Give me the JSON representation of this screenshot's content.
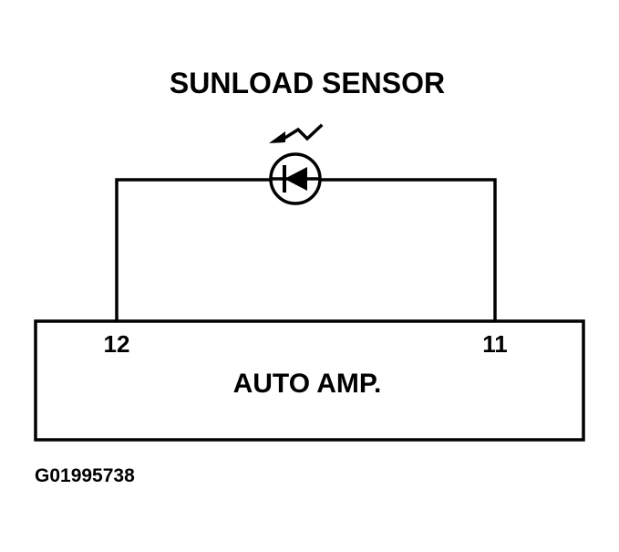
{
  "diagram": {
    "title": "SUNLOAD SENSOR",
    "module_label": "AUTO AMP.",
    "pin_left": "12",
    "pin_right": "11",
    "figure_code": "G01995738"
  },
  "icons": {
    "light_arrow": "light-arrow-icon",
    "photodiode": "photodiode-icon"
  },
  "colors": {
    "line": "#000000",
    "background": "#ffffff"
  }
}
